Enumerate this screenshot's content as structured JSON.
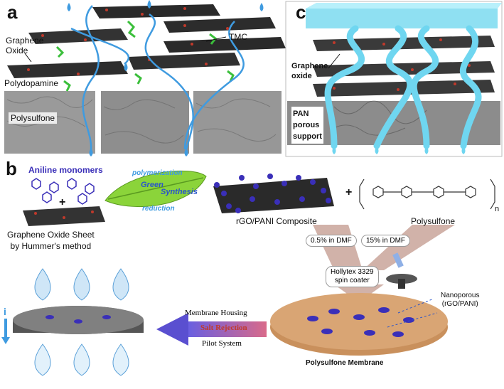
{
  "panel_a": {
    "label": "a",
    "graphene_oxide_line1": "Graphene",
    "graphene_oxide_line2": "Oxide",
    "polydopamine": "Polydopamine",
    "tmc": "TMC",
    "polysulfone": "Polysulfone"
  },
  "panel_c": {
    "label": "c",
    "graphene_line1": "Graphene",
    "graphene_line2": "oxide",
    "pan_line1": "PAN",
    "pan_line2": "porous",
    "pan_line3": "support"
  },
  "panel_b": {
    "label": "b",
    "aniline_monomers": "Aniline monomers",
    "plus": "+",
    "leaf_top": "polymerization",
    "leaf_green": "Green",
    "leaf_synthesis": "Synthesis",
    "leaf_bottom": "reduction",
    "go_sheet_line1": "Graphene Oxide Sheet",
    "go_sheet_line2": "by Hummer's method",
    "rgo_pani": "rGO/PANI Composite",
    "polysulfone": "Polysulfone",
    "subscript_n": "n",
    "dmf_left": "0.5% in DMF",
    "dmf_right": "15% in DMF",
    "spin_coater_line1": "Hollytex 3329",
    "spin_coater_line2": "spin coater",
    "nanoporous_line1": "Nanoporous",
    "nanoporous_line2": "(rGO/PANI)",
    "membrane_housing": "Membrane Housing",
    "salt_rejection": "Salt Rejection",
    "pilot_system": "Pilot System",
    "polysulfone_membrane": "Polysulfone Membrane",
    "flow_arrow_glyph": "i"
  },
  "colors": {
    "water_blue": "#3f9be0",
    "cyan_block": "#8fe0f2",
    "pani_purple": "#3a2fb8",
    "leaf_green": "#8bd43a",
    "membrane_brown": "#c9905c",
    "arrow_purple": "#5a4fd0"
  }
}
